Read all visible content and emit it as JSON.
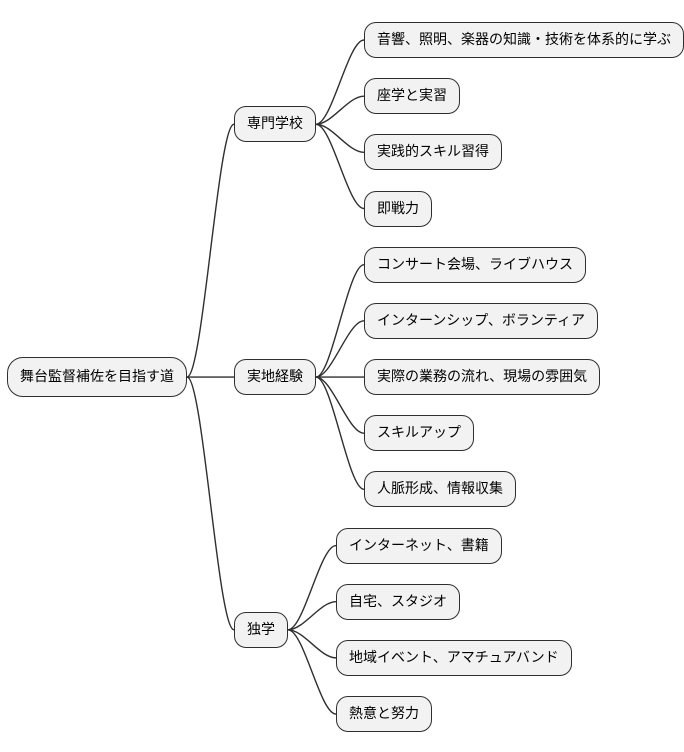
{
  "diagram": {
    "type": "mindmap",
    "root": {
      "label": "舞台監督補佐を目指す道"
    },
    "branches": [
      {
        "label": "専門学校",
        "children": [
          "音響、照明、楽器の知識・技術を体系的に学ぶ",
          "座学と実習",
          "実践的スキル習得",
          "即戦力"
        ]
      },
      {
        "label": "実地経験",
        "children": [
          "コンサート会場、ライブハウス",
          "インターンシップ、ボランティア",
          "実際の業務の流れ、現場の雰囲気",
          "スキルアップ",
          "人脈形成、情報収集"
        ]
      },
      {
        "label": "独学",
        "children": [
          "インターネット、書籍",
          "自宅、スタジオ",
          "地域イベント、アマチュアバンド",
          "熱意と努力"
        ]
      }
    ]
  },
  "colors": {
    "background": "#ffffff",
    "node_fill": "#f2f2f2",
    "node_border": "#2f2f2f",
    "node_text": "#000000",
    "edge": "#2f2f2f"
  }
}
